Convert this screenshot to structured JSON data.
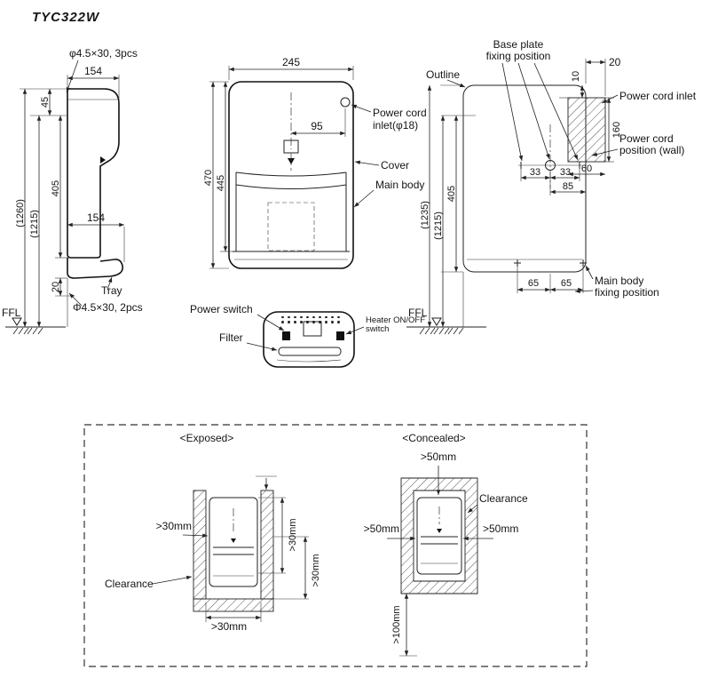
{
  "title": "TYC322W",
  "side_view": {
    "screws_top": "φ4.5×30, 3pcs",
    "dim_width_top": "154",
    "dim_45": "45",
    "dim_405": "405",
    "dim_overall": "(1260)",
    "dim_mount": "(1215)",
    "dim_depth": "154",
    "dim_20": "20",
    "tray_label": "Tray",
    "screws_bottom": "Φ4.5×30, 2pcs",
    "ffl_label": "FFL"
  },
  "front_view": {
    "dim_width": "245",
    "dim_95": "95",
    "dim_470": "470",
    "dim_445": "445",
    "power_cord_inlet_line1": "Power cord",
    "power_cord_inlet_line2": "inlet(φ18)",
    "cover_label": "Cover",
    "main_body_label": "Main body"
  },
  "bottom_view": {
    "power_switch_label": "Power switch",
    "filter_label": "Filter",
    "heater_switch_line1": "Heater ON/OFF",
    "heater_switch_line2": "switch"
  },
  "wall_view": {
    "base_plate_line1": "Base plate",
    "base_plate_line2": "fixing position",
    "outline_label": "Outline",
    "dim_20": "20",
    "dim_10": "10",
    "power_cord_inlet_label": "Power cord inlet",
    "dim_160": "160",
    "power_cord_position_line1": "Power cord",
    "power_cord_position_line2": "position (wall)",
    "dims_33": [
      "33",
      "33"
    ],
    "dim_85": "85",
    "dim_60": "60",
    "dim_405": "405",
    "dim_1235": "(1235)",
    "dim_1215": "(1215)",
    "dims_65": [
      "65",
      "65"
    ],
    "main_body_fixing_line1": "Main body",
    "main_body_fixing_line2": "fixing position",
    "ffl_label": "FFL"
  },
  "installation": {
    "exposed_title": "<Exposed>",
    "concealed_title": "<Concealed>",
    "exposed": {
      "left_gap": ">30mm",
      "right_gap": ">30mm",
      "bottom_gap_side": ">30mm",
      "bottom_gap": ">30mm",
      "clearance_label": "Clearance"
    },
    "concealed": {
      "top_gap": ">50mm",
      "left_gap": ">50mm",
      "right_gap": ">50mm",
      "bottom_gap": ">100mm",
      "clearance_label": "Clearance"
    }
  }
}
